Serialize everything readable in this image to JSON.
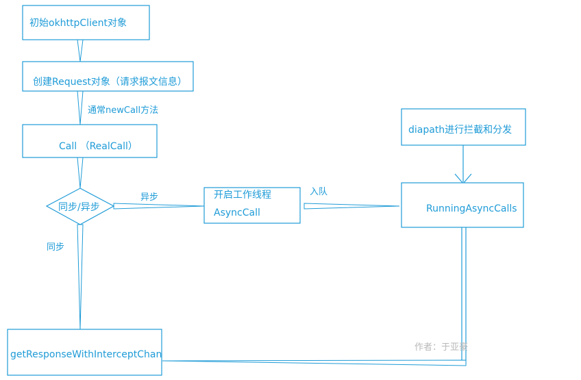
{
  "nodes": {
    "init_client": "初始okhttpClient对象",
    "create_request": "创建Request对象（请求报文信息）",
    "call": "Call （RealCall）",
    "sync_async": "同步/异步",
    "async_call_line1": "开启工作线程",
    "async_call_line2": "AsyncCall",
    "running_async_calls": "RunningAsyncCalls",
    "diapath": "diapath进行拦截和分发",
    "get_response": "getResponseWithInterceptChan"
  },
  "edge_labels": {
    "new_call": "通常newCall方法",
    "async": "异步",
    "enqueue": "入队",
    "sync": "同步"
  },
  "watermark": "作者：于亚豪",
  "colors": {
    "primary": "#1e9bd7",
    "watermark": "#b9b9b9",
    "background": "#ffffff"
  }
}
